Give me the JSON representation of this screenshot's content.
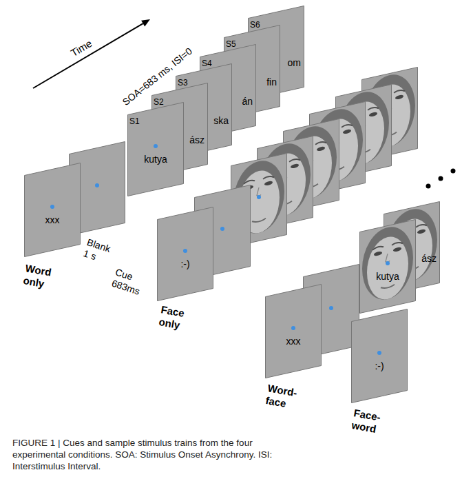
{
  "diagram": {
    "caption": "FIGURE 1 | Cues and sample stimulus trains from the four experimental conditions. SOA: Stimulus Onset Asynchrony. ISI: Interstimulus Interval.",
    "nodes": [
      {
        "text": [
          "xxx"
        ]
      },
      {
        "text": [
          "S1",
          "kutya"
        ]
      },
      {
        "text": [
          "S2",
          "ász"
        ]
      },
      {
        "text": [
          "S3",
          "ska"
        ]
      },
      {
        "text": [
          "S4",
          "án"
        ]
      },
      {
        "text": [
          "S5",
          "fin"
        ]
      },
      {
        "text": [
          "S6",
          "om"
        ]
      },
      {
        "text": [
          ":-)"
        ]
      },
      {
        "text": [
          "xxx"
        ]
      },
      {
        "text": [
          "kutya"
        ]
      },
      {
        "text": [
          "ász"
        ]
      },
      {
        "text": [
          ":-)"
        ]
      }
    ],
    "labels": [
      "Time",
      "SOA=683 ms, ISI=0",
      "Blank 1 s",
      "Cue 683ms",
      "Word only",
      "Face only",
      "Word-face",
      "Face-word"
    ]
  }
}
